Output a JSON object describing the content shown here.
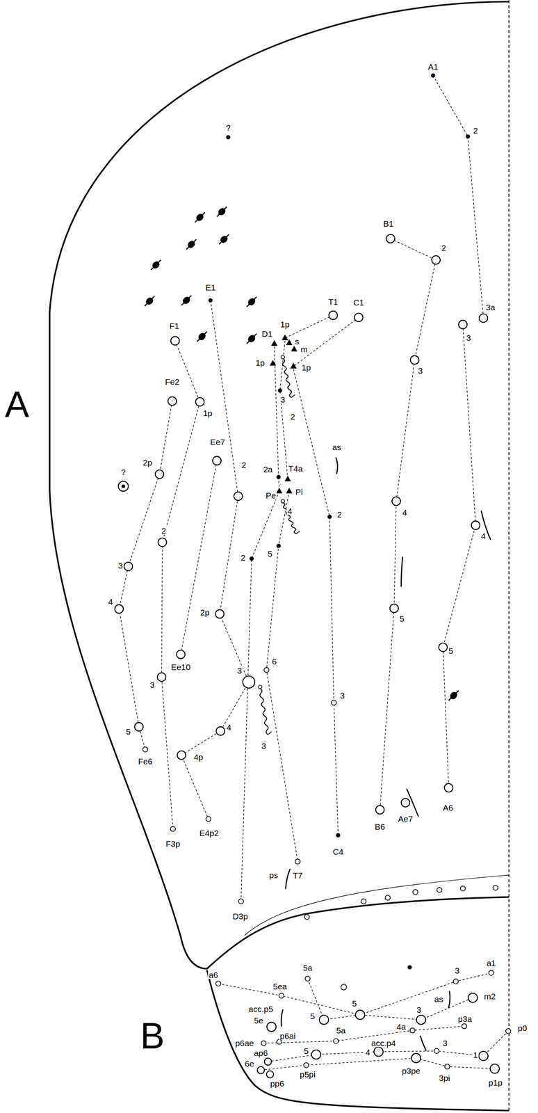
{
  "diagram": {
    "labels": [
      "A",
      "B",
      "A1",
      "2",
      "?",
      "B1",
      "2",
      "3a",
      "3",
      "3",
      "E1",
      "T1",
      "C1",
      "F1",
      "1p",
      "D1",
      "s",
      "m",
      "1p",
      "1p",
      "Fe2",
      "1p",
      "3",
      "2",
      "Ee7",
      "as",
      "2p",
      "?",
      "2a",
      "T4a",
      "Pe",
      "Pi",
      "2",
      "2",
      "4",
      "4",
      "4",
      "2",
      "3",
      "2",
      "5",
      "4",
      "2p",
      "5",
      "5",
      "6",
      "Ee10",
      "3",
      "3",
      "3",
      "4",
      "5",
      "3",
      "Fe6",
      "4p",
      "A6",
      "B6",
      "Ae7",
      "F3p",
      "E4p2",
      "C4",
      "T7",
      "ps",
      "D3p",
      "a6",
      "5a",
      "3",
      "a1",
      "5ea",
      "as",
      "m2",
      "acc.p5",
      "5",
      "5",
      "3",
      "5e",
      "4a",
      "p3a",
      "p6ae",
      "p6ai",
      "5a",
      "acc.p4",
      "3",
      "p0",
      "ap6",
      "5",
      "4",
      "1",
      "6e",
      "pp6",
      "p5pi",
      "p3pe",
      "3pi",
      "p1p"
    ]
  }
}
